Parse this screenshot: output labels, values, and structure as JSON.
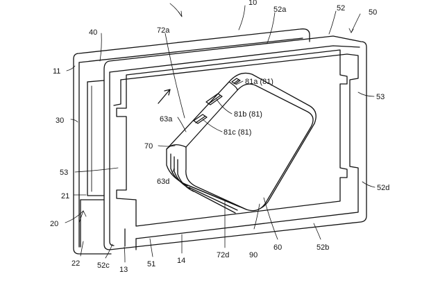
{
  "labels": {
    "l10": "10",
    "l52a": "52a",
    "l52": "52",
    "l50": "50",
    "l40": "40",
    "l72a": "72a",
    "l11": "11",
    "l53r": "53",
    "l81a": "81a (81)",
    "l81b": "81b (81)",
    "l81c": "81c (81)",
    "l63a": "63a",
    "l30": "30",
    "l70": "70",
    "l53l": "53",
    "l63d": "63d",
    "l52d": "52d",
    "l21": "21",
    "l20": "20",
    "l60": "60",
    "l52b": "52b",
    "l22": "22",
    "l52c": "52c",
    "l13": "13",
    "l51": "51",
    "l14": "14",
    "l72d": "72d",
    "l90": "90"
  }
}
